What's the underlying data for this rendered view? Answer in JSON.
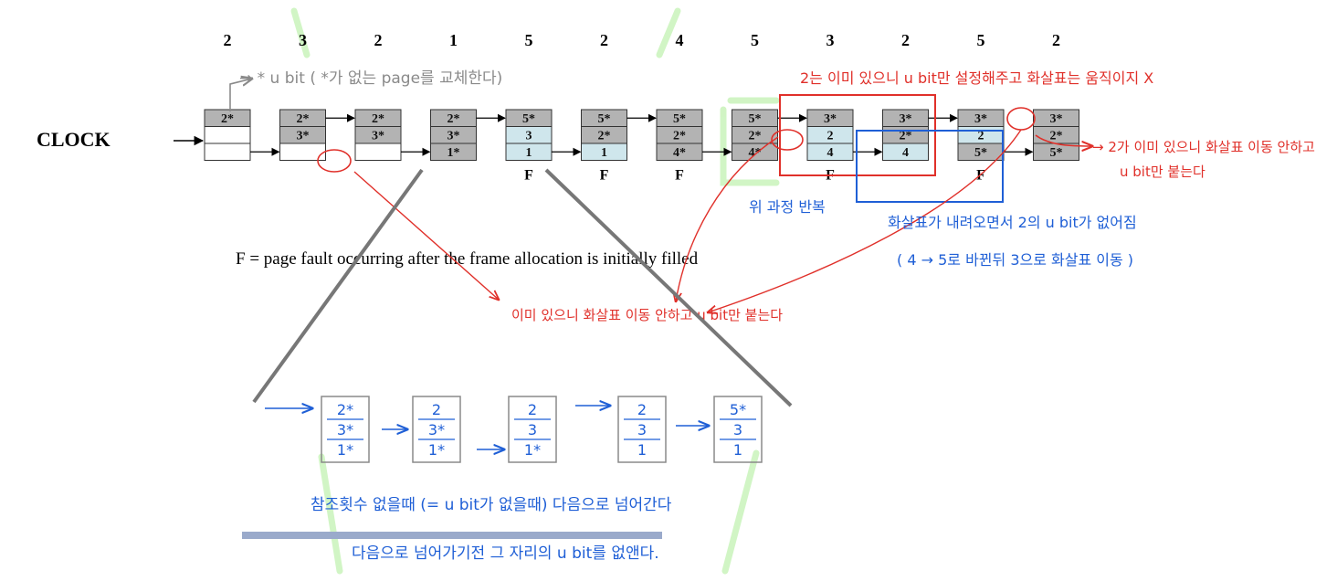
{
  "reference_string": [
    "2",
    "3",
    "2",
    "1",
    "5",
    "2",
    "4",
    "5",
    "3",
    "2",
    "5",
    "2"
  ],
  "policy_label": "CLOCK",
  "frames": [
    {
      "cells": [
        "2*",
        "",
        ""
      ],
      "fault": "",
      "highlight": []
    },
    {
      "cells": [
        "2*",
        "3*",
        ""
      ],
      "fault": "",
      "highlight": []
    },
    {
      "cells": [
        "2*",
        "3*",
        ""
      ],
      "fault": "",
      "highlight": []
    },
    {
      "cells": [
        "2*",
        "3*",
        "1*"
      ],
      "fault": "",
      "highlight": []
    },
    {
      "cells": [
        "5*",
        "3",
        "1"
      ],
      "fault": "F",
      "highlight": [
        1,
        2
      ]
    },
    {
      "cells": [
        "5*",
        "2*",
        "1"
      ],
      "fault": "F",
      "highlight": [
        2
      ]
    },
    {
      "cells": [
        "5*",
        "2*",
        "4*"
      ],
      "fault": "F",
      "highlight": []
    },
    {
      "cells": [
        "5*",
        "2*",
        "4*"
      ],
      "fault": "",
      "highlight": []
    },
    {
      "cells": [
        "3*",
        "2",
        "4"
      ],
      "fault": "F",
      "highlight": [
        1,
        2
      ]
    },
    {
      "cells": [
        "3*",
        "2*",
        "4"
      ],
      "fault": "",
      "highlight": [
        2
      ]
    },
    {
      "cells": [
        "3*",
        "2",
        "5*"
      ],
      "fault": "F",
      "highlight": [
        1
      ]
    },
    {
      "cells": [
        "3*",
        "2*",
        "5*"
      ],
      "fault": "",
      "highlight": []
    }
  ],
  "caption": "F = page fault occurring after the frame allocation is initially filled",
  "annotations": {
    "use_bit": "→ * u bit ( *가 없는 page를 교체한다)",
    "top_red": "2는 이미 있으니 u bit만 설정해주고 화살표는 움직이지 X",
    "right_red_1": "→ 2가 이미 있으니 화살표 이동 안하고",
    "right_red_2": "u bit만 붙는다",
    "repeat": "위 과정 반복",
    "pointer_down": "화살표가 내려오면서 2의 u bit가 없어짐",
    "pointer_change": "( 4 → 5로 바뀐뒤 3으로 화살표 이동 )",
    "middle_red": "이미 있으니 화살표 이동 안하고 u bit만 붙는다",
    "bottom_1": "참조횟수 없을때 (= u bit가 없을때) 다음으로 넘어간다",
    "bottom_2": "다음으로 넘어가기전 그 자리의 u bit를 없앤다."
  },
  "zoom_frames": [
    {
      "cells": [
        "2*",
        "3*",
        "1*"
      ]
    },
    {
      "cells": [
        "2",
        "3*",
        "1*"
      ]
    },
    {
      "cells": [
        "2",
        "3",
        "1*"
      ]
    },
    {
      "cells": [
        "2",
        "3",
        "1"
      ]
    },
    {
      "cells": [
        "5*",
        "3",
        "1"
      ]
    }
  ],
  "colors": {
    "cell_gray": "#b3b3b3",
    "cell_blue": "#cfe6ec",
    "ink_red": "#e0302a",
    "ink_blue": "#1f5fd6",
    "ink_gray": "#8a8a8a",
    "green_mark": "#c6f2b6",
    "bar": "#9aaacb"
  }
}
